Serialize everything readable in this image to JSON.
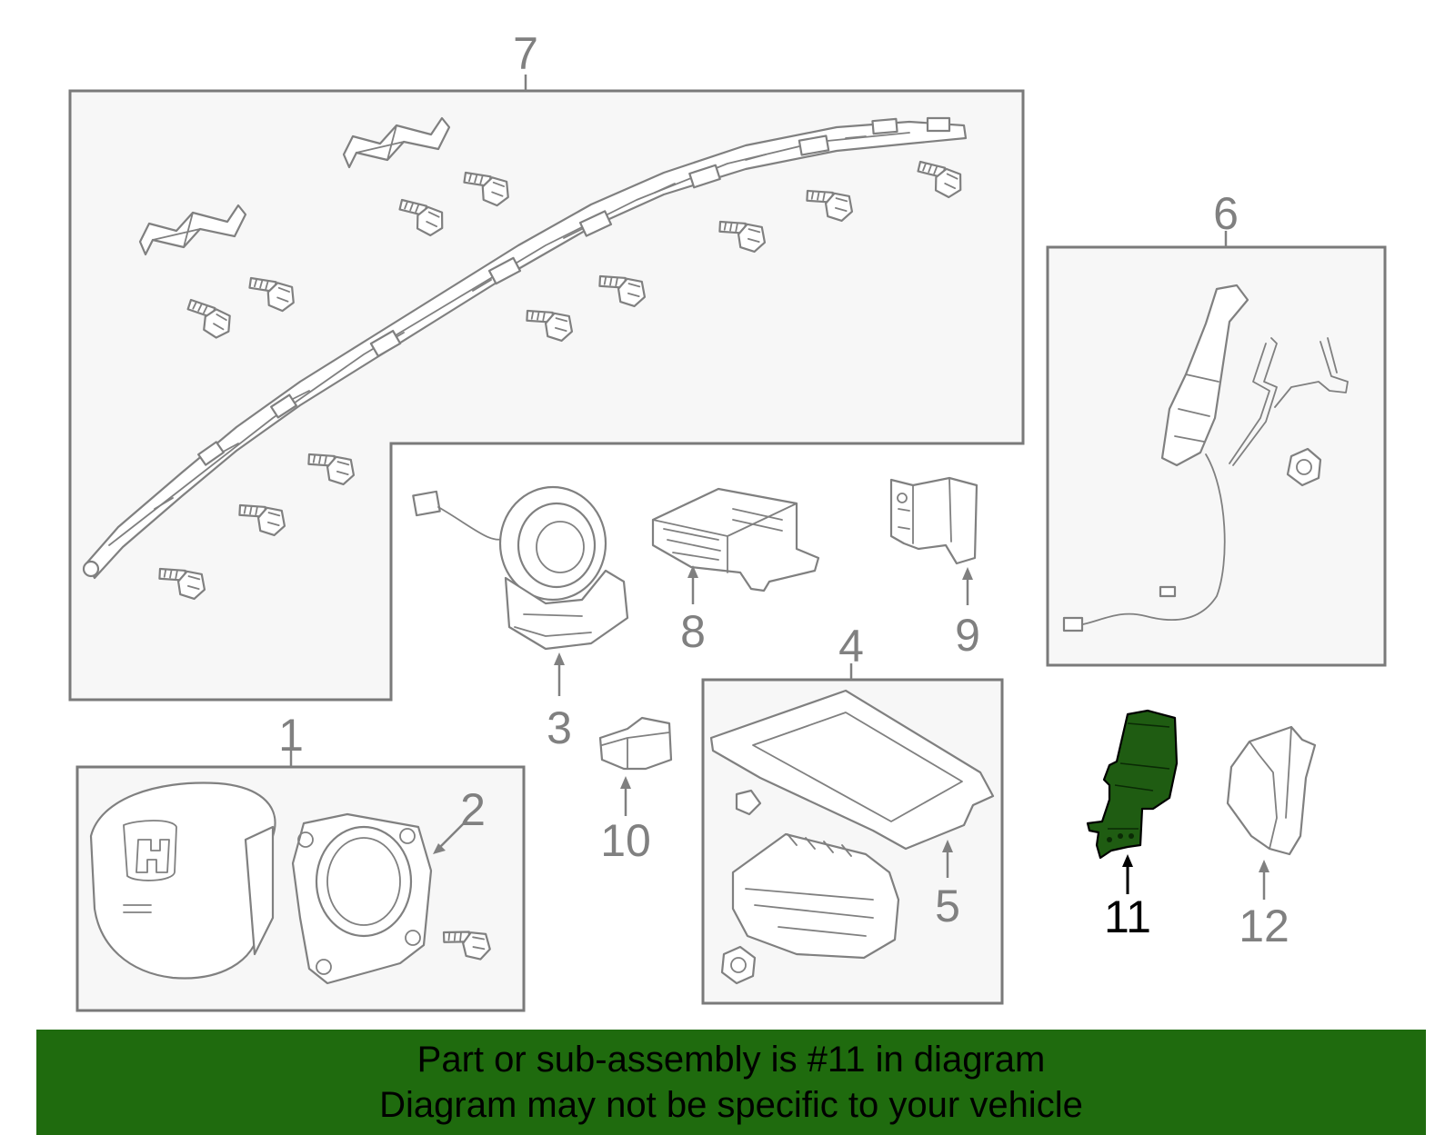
{
  "callouts": {
    "c1": "1",
    "c2": "2",
    "c3": "3",
    "c4": "4",
    "c5": "5",
    "c6": "6",
    "c7": "7",
    "c8": "8",
    "c9": "9",
    "c10": "10",
    "c11": "11",
    "c12": "12"
  },
  "highlighted_part": "11",
  "highlight_color": "#1f5c12",
  "banner": {
    "line1": "Part or sub-assembly is #11 in diagram",
    "line2": "Diagram may not be specific to your vehicle",
    "background": "#1f6b0e"
  }
}
